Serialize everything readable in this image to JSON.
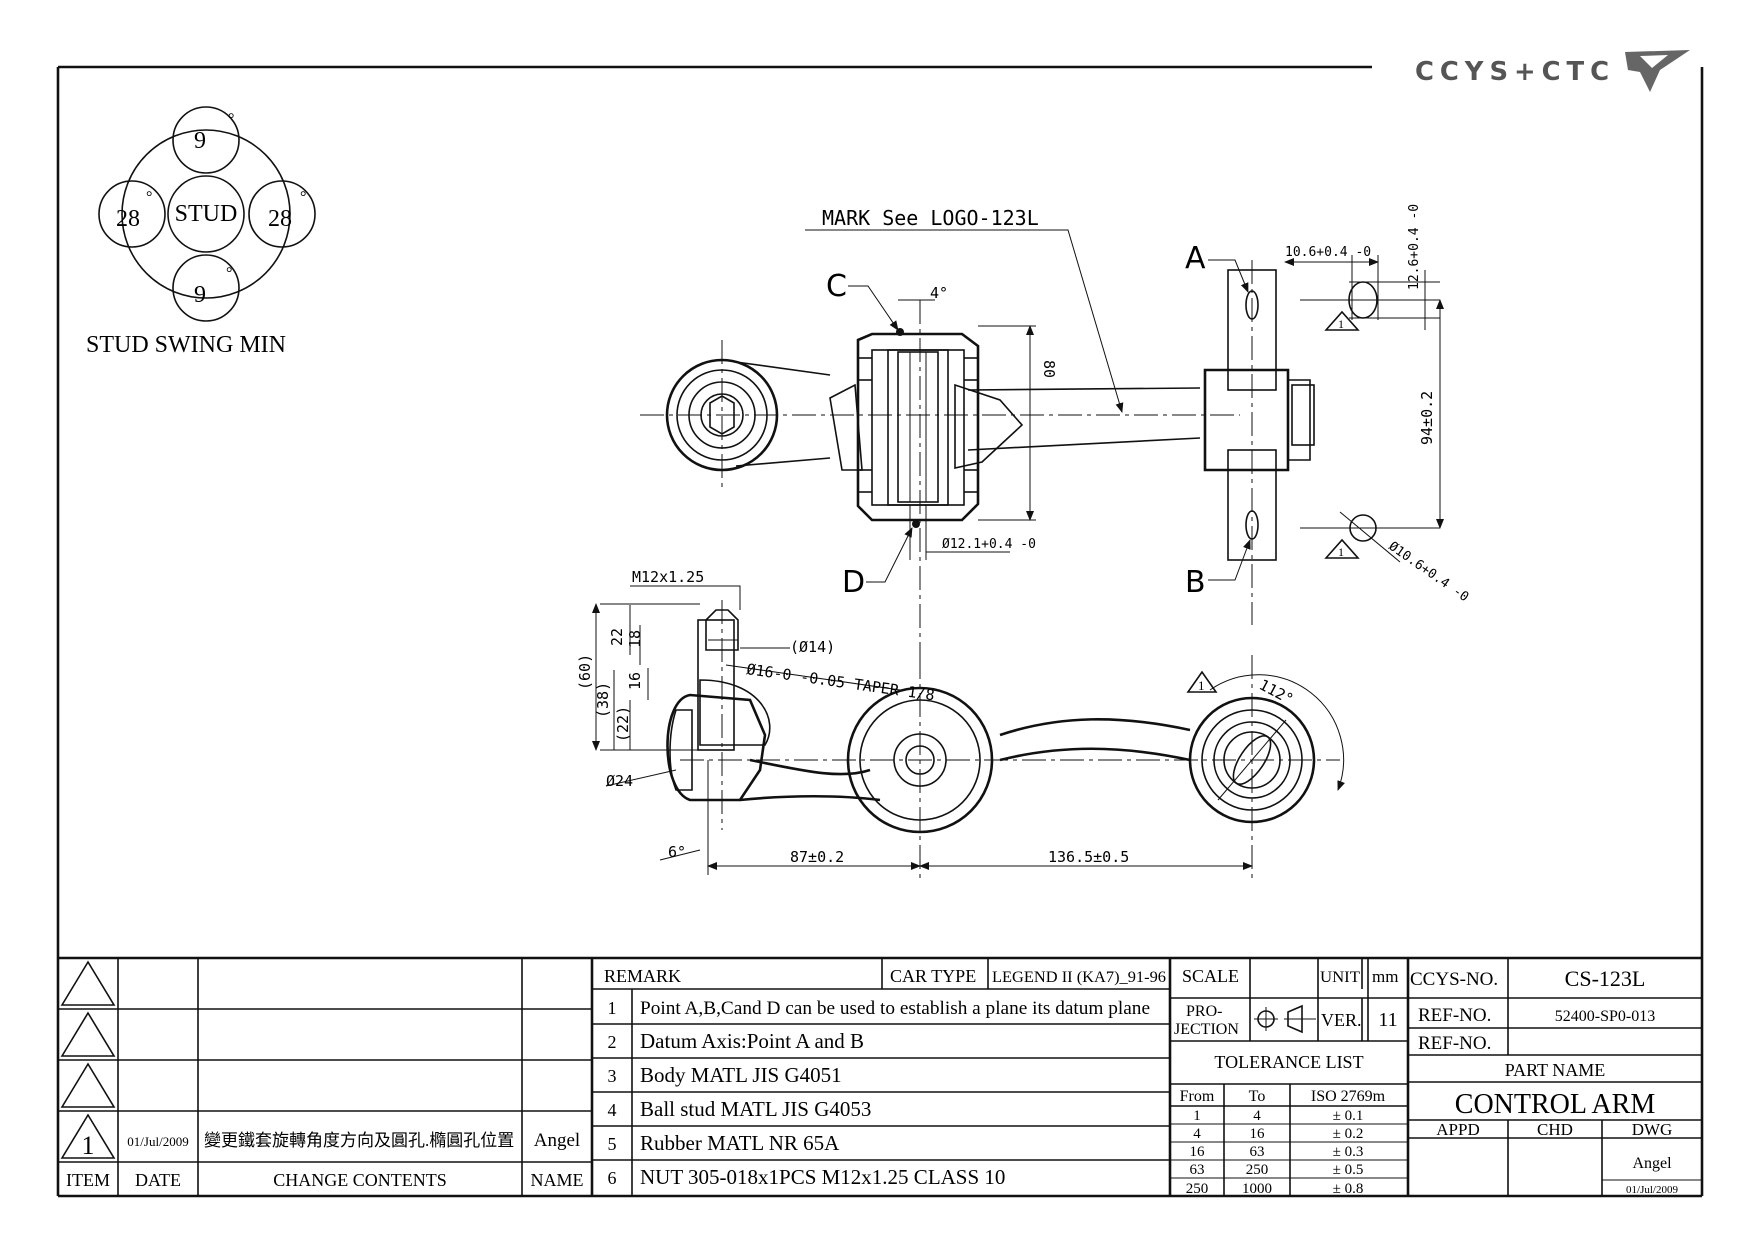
{
  "brand": {
    "logo_text": "CCYS+CTC"
  },
  "stud_swing": {
    "top": "9",
    "bottom": "9",
    "left": "28",
    "right": "28",
    "center": "STUD",
    "degree_mark": "°",
    "caption": "STUD SWING MIN"
  },
  "callouts": {
    "mark_note": "MARK See LOGO-123L",
    "point_a": "A",
    "point_b": "B",
    "point_c": "C",
    "point_d": "D"
  },
  "dimensions": {
    "angle_4": "4°",
    "d80": "80",
    "d94": "94±0.2",
    "d12_6": "12.6+0.4 -0",
    "d10_6_top": "10.6+0.4 -0",
    "d10_6_diag": "Ø10.6+0.4 -0",
    "d12_1": "Ø12.1+0.4 -0",
    "m12": "M12x1.25",
    "d22": "22",
    "d18": "18",
    "d16": "16",
    "d60": "(60)",
    "d38": "(38)",
    "d22b": "(22)",
    "d14": "(Ø14)",
    "taper": "Ø16-0 -0.05 TAPER 1/8",
    "d24": "Ø24",
    "angle_6": "6°",
    "d87": "87±0.2",
    "d136": "136.5±0.5",
    "angle_112": "112°",
    "rev_mark": "1"
  },
  "title_block": {
    "revision_table": {
      "rows": [
        {
          "item": "",
          "date": "",
          "contents": "",
          "name": ""
        },
        {
          "item": "",
          "date": "",
          "contents": "",
          "name": ""
        },
        {
          "item": "",
          "date": "",
          "contents": "",
          "name": ""
        },
        {
          "item": "1",
          "date": "01/Jul/2009",
          "contents": "變更鐵套旋轉角度方向及圓孔.橢圓孔位置",
          "name": "Angel"
        }
      ],
      "headers": {
        "item": "ITEM",
        "date": "DATE",
        "contents": "CHANGE CONTENTS",
        "name": "NAME"
      }
    },
    "remark_label": "REMARK",
    "car_type_label": "CAR TYPE",
    "car_type_value": "LEGEND II (KA7)_91-96",
    "remarks": [
      {
        "n": "1",
        "text": "Point A,B,Cand D can be used to establish a plane its datum plane"
      },
      {
        "n": "2",
        "text": "Datum Axis:Point A and B"
      },
      {
        "n": "3",
        "text": "Body MATL JIS G4051"
      },
      {
        "n": "4",
        "text": "Ball stud MATL JIS G4053"
      },
      {
        "n": "5",
        "text": "Rubber MATL NR 65A"
      },
      {
        "n": "6",
        "text": "NUT 305-018x1PCS M12x1.25 CLASS 10"
      }
    ],
    "scale_label": "SCALE",
    "unit_label": "UNIT",
    "unit_value": "mm",
    "projection_label_1": "PRO-",
    "projection_label_2": "JECTION",
    "ver_label": "VER.",
    "ver_value": "11",
    "tolerance_title": "TOLERANCE LIST",
    "tolerance_headers": {
      "from": "From",
      "to": "To",
      "iso": "ISO 2769m"
    },
    "tolerances": [
      {
        "from": "1",
        "to": "4",
        "tol": "± 0.1"
      },
      {
        "from": "4",
        "to": "16",
        "tol": "± 0.2"
      },
      {
        "from": "16",
        "to": "63",
        "tol": "± 0.3"
      },
      {
        "from": "63",
        "to": "250",
        "tol": "± 0.5"
      },
      {
        "from": "250",
        "to": "1000",
        "tol": "± 0.8"
      }
    ],
    "ccys_no_label": "CCYS-NO.",
    "ccys_no_value": "CS-123L",
    "ref_no_label_1": "REF-NO.",
    "ref_no_value_1": "52400-SP0-013",
    "ref_no_label_2": "REF-NO.",
    "ref_no_value_2": "",
    "part_name_label": "PART NAME",
    "part_name_value": "CONTROL ARM",
    "appd_label": "APPD",
    "chd_label": "CHD",
    "dwg_label": "DWG",
    "dwg_name": "Angel",
    "dwg_date": "01/Jul/2009"
  }
}
